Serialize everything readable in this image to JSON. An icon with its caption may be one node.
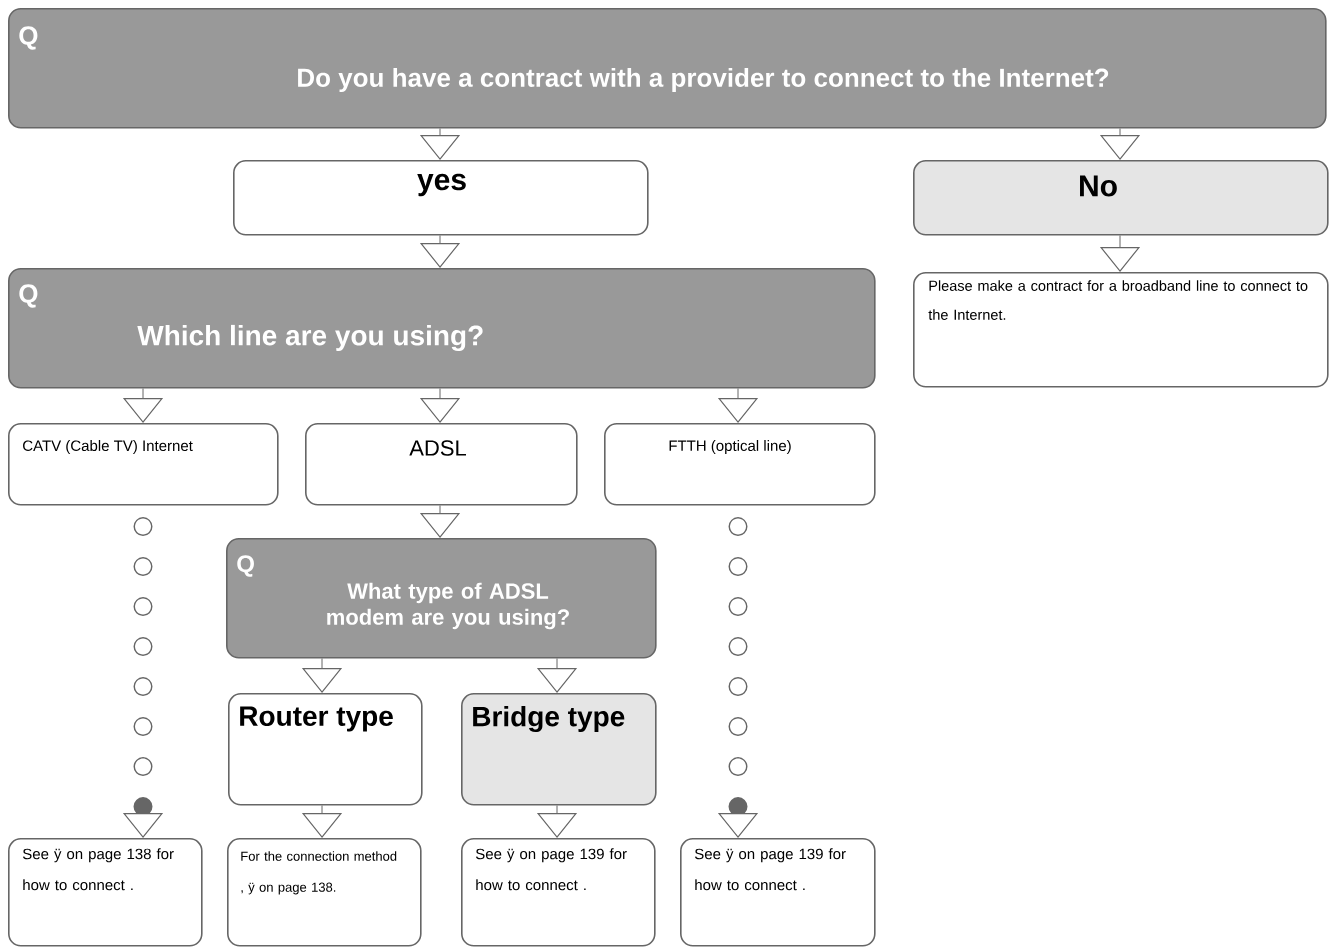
{
  "diagram": {
    "nodes": [
      {
        "text": [
          "Q",
          "Do you have a contract with a provider to connect to the Internet?"
        ]
      },
      {
        "text": [
          "yes"
        ]
      },
      {
        "text": [
          "No"
        ]
      },
      {
        "text": [
          "Please make a contract for a broadband line to connect to the Internet."
        ]
      },
      {
        "text": [
          "Q",
          "Which line are you using?"
        ]
      },
      {
        "text": [
          "CATV (Cable TV) Internet"
        ]
      },
      {
        "text": [
          "ADSL"
        ]
      },
      {
        "text": [
          "FTTH (optical line)"
        ]
      },
      {
        "text": [
          "Q",
          "What type of ADSL modem are you using?"
        ]
      },
      {
        "text": [
          "Router type"
        ]
      },
      {
        "text": [
          "Bridge type"
        ]
      },
      {
        "text": [
          "See ÿ on page 138 for how to connect ."
        ]
      },
      {
        "text": [
          "For the connection method , ÿ on page 138."
        ]
      },
      {
        "text": [
          "See ÿ on page 139 for how to connect ."
        ]
      },
      {
        "text": [
          "See ÿ on page 139 for how to connect ."
        ]
      }
    ],
    "edges": [
      {
        "from": 0,
        "to": 1,
        "arrow": "to"
      },
      {
        "from": 0,
        "to": 2,
        "arrow": "to"
      },
      {
        "from": 2,
        "to": 3,
        "arrow": "to"
      },
      {
        "from": 1,
        "to": 4,
        "arrow": "to"
      },
      {
        "from": 4,
        "to": 5,
        "arrow": "to"
      },
      {
        "from": 4,
        "to": 6,
        "arrow": "to"
      },
      {
        "from": 4,
        "to": 7,
        "arrow": "to"
      },
      {
        "from": 6,
        "to": 8,
        "arrow": "to"
      },
      {
        "from": 8,
        "to": 9,
        "arrow": "to"
      },
      {
        "from": 8,
        "to": 10,
        "arrow": "to"
      },
      {
        "from": 5,
        "to": 11,
        "arrow": "to",
        "style": "dashed"
      },
      {
        "from": 9,
        "to": 12,
        "arrow": "to"
      },
      {
        "from": 10,
        "to": 13,
        "arrow": "to"
      },
      {
        "from": 7,
        "to": 14,
        "arrow": "to",
        "style": "dashed"
      }
    ]
  }
}
